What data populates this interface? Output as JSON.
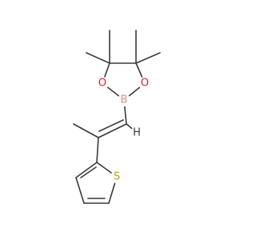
{
  "atoms": {
    "o_left": {
      "label": "O",
      "color": "#e0202a"
    },
    "o_right": {
      "label": "O",
      "color": "#e0202a"
    },
    "boron": {
      "label": "B",
      "color": "#e08a7c"
    },
    "vinyl_h": {
      "label": "H",
      "color": "#3a3a3a"
    },
    "sulfur": {
      "label": "S",
      "color": "#b8a300"
    }
  },
  "bond_color": "#3a3a3a"
}
